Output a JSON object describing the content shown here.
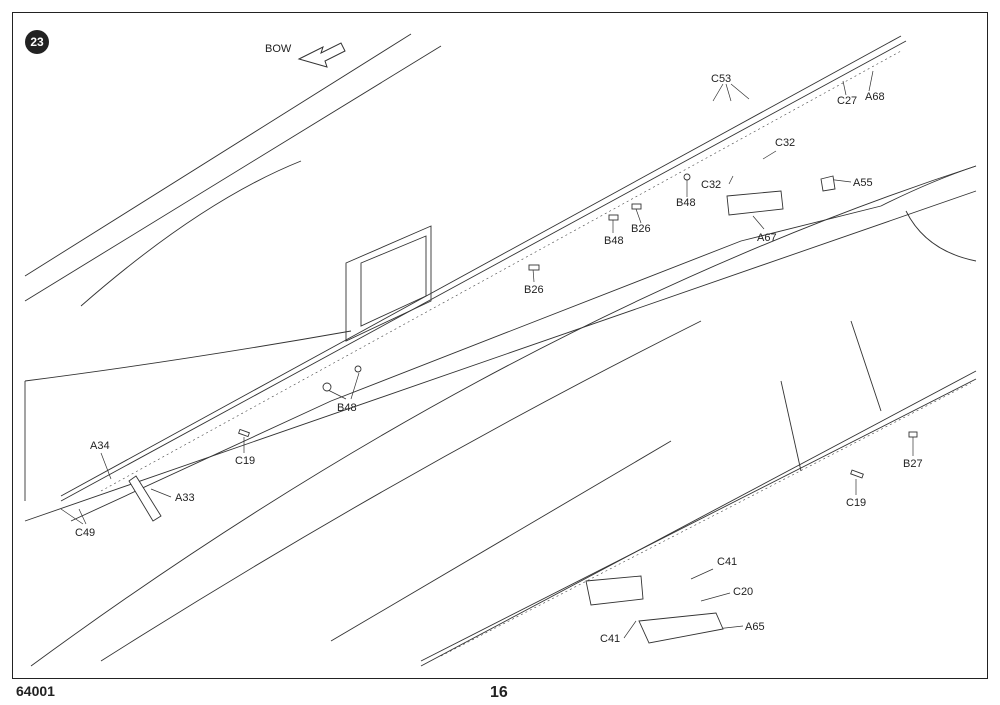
{
  "step": {
    "number": "23"
  },
  "direction": {
    "label": "BOW",
    "icon": "arrow-icon"
  },
  "part_labels": {
    "c53": "C53",
    "c27": "C27",
    "a68": "A68",
    "c32a": "C32",
    "c32b": "C32",
    "a55": "A55",
    "b48a": "B48",
    "b48b": "B48",
    "b26a": "B26",
    "b26b": "B26",
    "a67": "A67",
    "b48c": "B48",
    "a34": "A34",
    "a33": "A33",
    "c19a": "C19",
    "c49": "C49",
    "b27": "B27",
    "c19b": "C19",
    "c41a": "C41",
    "c20": "C20",
    "c41b": "C41",
    "a65": "A65"
  },
  "footer": {
    "catalog_code": "64001",
    "page_number": "16"
  }
}
